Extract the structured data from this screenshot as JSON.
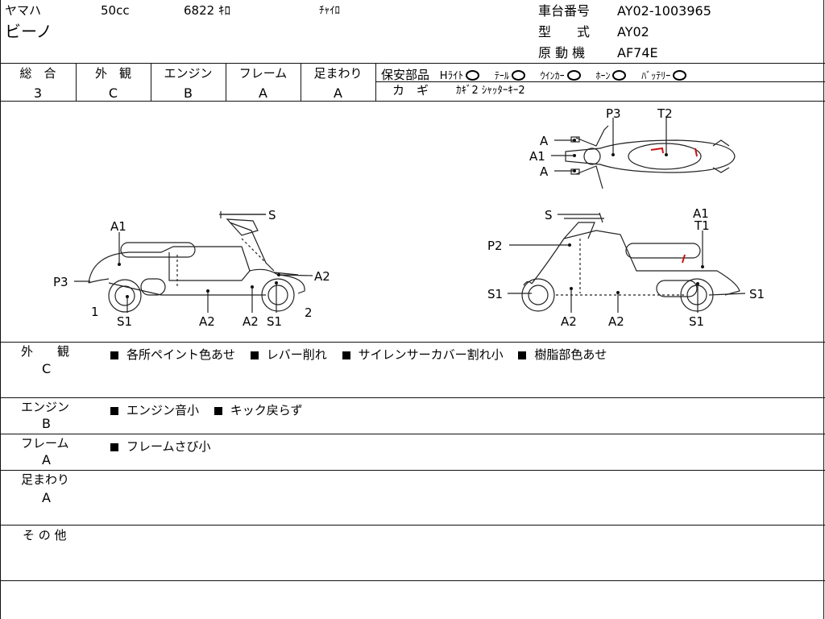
{
  "header": {
    "maker": "ヤマハ",
    "cc": "50cc",
    "mileage": "6822 ｷﾛ",
    "color": "ﾁｬｲﾛ",
    "model_name": "ビーノ",
    "frame_label": "車台番号",
    "frame_value": "AY02-1003965",
    "type_label": "型　　式",
    "type_value": "AY02",
    "engine_label": "原 動 機",
    "engine_value": "AF74E"
  },
  "grades": [
    {
      "label": "総　合",
      "value": "3"
    },
    {
      "label": "外　観",
      "value": "C"
    },
    {
      "label": "エンジン",
      "value": "B"
    },
    {
      "label": "フレーム",
      "value": "A"
    },
    {
      "label": "足まわり",
      "value": "A"
    }
  ],
  "safety": {
    "label": "保安部品",
    "items": [
      {
        "name": "Hﾗｲﾄ",
        "status": "O"
      },
      {
        "name": "ﾃｰﾙ",
        "status": "O"
      },
      {
        "name": "ｳｲﾝｶｰ",
        "status": "O"
      },
      {
        "name": "ﾎｰﾝ",
        "status": "O"
      },
      {
        "name": "ﾊﾞｯﾃﾘｰ",
        "status": "O"
      }
    ],
    "key_label": "カ　ギ",
    "key_value": "ｶｷﾞ2 ｼｬｯﾀｰｷｰ2"
  },
  "diagram": {
    "left_labels": [
      "A1",
      "P3",
      "1",
      "S1",
      "A2",
      "A2",
      "S1",
      "2",
      "A2",
      "S"
    ],
    "right_labels": [
      "S",
      "P2",
      "S1",
      "A2",
      "A2",
      "S1",
      "S1",
      "A1",
      "T1"
    ],
    "top_labels": [
      "P3",
      "T2",
      "A",
      "A1",
      "A"
    ],
    "accent_color": "#cc1111"
  },
  "sections": [
    {
      "label": "外　　観",
      "grade": "C",
      "items": [
        "各所ペイント色あせ",
        "レバー削れ",
        "サイレンサーカバー割れ小",
        "樹脂部色あせ"
      ]
    },
    {
      "label": "エンジン",
      "grade": "B",
      "items": [
        "エンジン音小",
        "キック戻らず"
      ]
    },
    {
      "label": "フレーム",
      "grade": "A",
      "items": [
        "フレームさび小"
      ]
    },
    {
      "label": "足まわり",
      "grade": "A",
      "items": []
    },
    {
      "label": "そ の 他",
      "grade": "",
      "items": []
    }
  ]
}
